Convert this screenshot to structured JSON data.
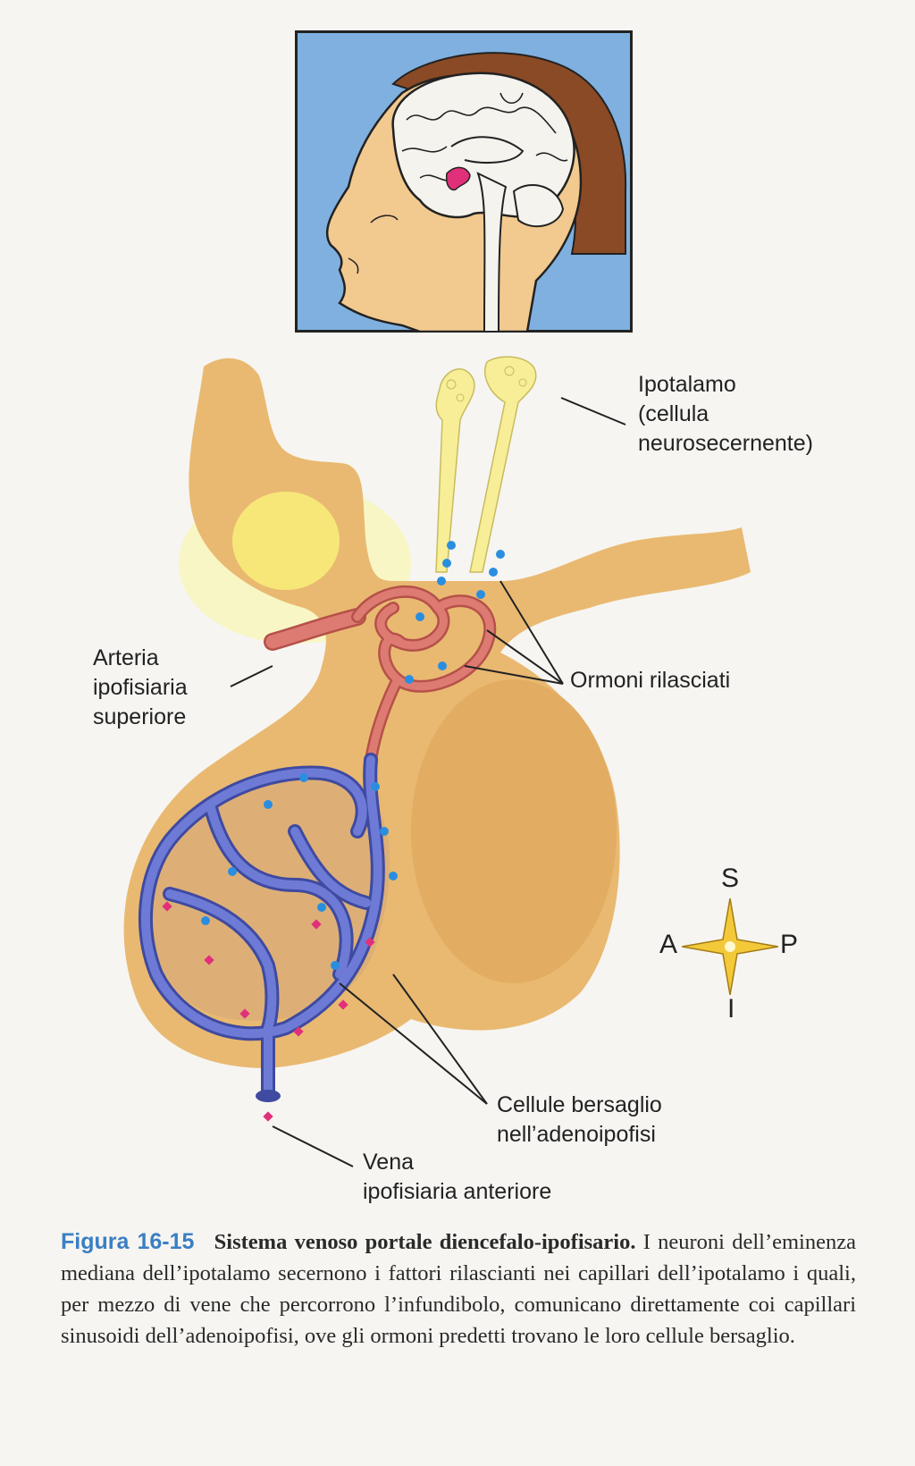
{
  "labels": {
    "hypothalamus": [
      "Ipotalamo",
      "(cellula",
      "neurosecernente)"
    ],
    "artery": [
      "Arteria",
      "ipofisiaria",
      "superiore"
    ],
    "hormones": "Ormoni rilasciati",
    "target_cells": [
      "Cellule bersaglio",
      "nell’adenoipofisi"
    ],
    "vein": [
      "Vena",
      "ipofisiaria anteriore"
    ]
  },
  "compass": {
    "superior": "S",
    "inferior": "I",
    "anterior": "A",
    "posterior": "P"
  },
  "caption": {
    "figure_number": "Figura 16-15",
    "title": "Sistema venoso portale diencefalo-ipofisario.",
    "body": "I neuroni dell’eminenza mediana dell’ipotalamo secernono i fattori rilascianti nei capillari dell’ipotalamo i quali, per mezzo di vene che percorrono l’infundibolo, comunicano direttamente coi capillari sinusoidi dell’adenoipofisi, ove gli ormoni predetti trovano le loro cellule bersaglio."
  },
  "colors": {
    "inset_bg": "#7fb0df",
    "tissue": "#e9b971",
    "neuron": "#f7ee97",
    "artery": "#dd7b72",
    "vein": "#6471c8",
    "hormone_blue": "#2a8ee0",
    "hormone_pink": "#e0307a",
    "caption_accent": "#3a7fc4"
  },
  "icons": [
    "head-brain-illustration",
    "compass-star-icon"
  ]
}
